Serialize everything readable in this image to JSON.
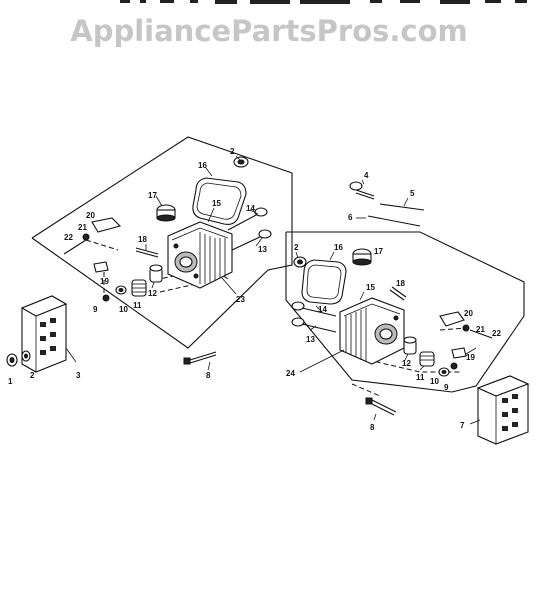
{
  "watermark": "AppliancePartsPros.com",
  "left_assembly": {
    "labels": [
      "1",
      "2",
      "3",
      "8",
      "9",
      "10",
      "11",
      "12",
      "13",
      "14",
      "15",
      "16",
      "17",
      "18",
      "19",
      "20",
      "21",
      "22",
      "23",
      "2"
    ]
  },
  "right_assembly": {
    "labels": [
      "4",
      "5",
      "6",
      "2",
      "16",
      "17",
      "18",
      "15",
      "14",
      "13",
      "24",
      "12",
      "11",
      "10",
      "9",
      "19",
      "20",
      "21",
      "22",
      "7",
      "8"
    ]
  }
}
